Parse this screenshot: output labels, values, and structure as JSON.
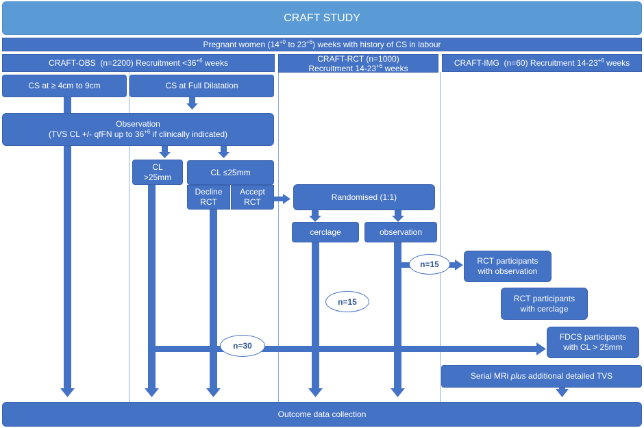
{
  "title": "CRAFT STUDY",
  "population": {
    "text_a": "Pregnant women (14",
    "sup_a": "+0",
    "text_b": " to 23",
    "sup_b": "+6",
    "text_c": ") weeks with history of CS in labour"
  },
  "arms": {
    "obs": {
      "text": "CRAFT-OBS  (n=2200) Recruitment <36",
      "sup": "+6",
      "text_after": " weeks"
    },
    "rct": {
      "line1": "CRAFT-RCT (n=1000)",
      "line2": "Recruitment 14-23",
      "sup": "+6",
      "text_after": " weeks"
    },
    "img": {
      "text": "CRAFT-IMG  (n=60) Recruitment 14-23",
      "sup": "+6",
      "text_after": " weeks"
    }
  },
  "nodes": {
    "cs_4_9": "CS at ≥ 4cm to 9cm",
    "cs_full": "CS at Full Dilatation",
    "observation_line1": "Observation",
    "observation_line2": "(TVS CL +/- qfFN up to 36",
    "observation_sup": "+6",
    "observation_line2_after": " if clinically indicated)",
    "cl_gt25": "CL\n>25mm",
    "cl_le25": "CL  ≤25mm",
    "decline_rct": "Decline\nRCT",
    "accept_rct": "Accept\nRCT",
    "randomised": "Randomised (1:1)",
    "cerclage": "cerclage",
    "observation_arm": "observation",
    "rct_obs": "RCT participants\nwith observation",
    "rct_cerc": "RCT participants\nwith cerclage",
    "fdcs": "FDCS participants\nwith CL > 25mm",
    "serial_mri_a": "Serial MRi ",
    "serial_mri_b": "plus",
    "serial_mri_c": " additional detailed TVS",
    "outcome": "Outcome data collection"
  },
  "counts": {
    "n15_obs": "n=15",
    "n15_cerc": "n=15",
    "n30": "n=30"
  },
  "colors": {
    "box": "#4472c4",
    "title_box": "#5b9bd5",
    "divider": "#8fb0de",
    "arrow": "#4472c4"
  }
}
